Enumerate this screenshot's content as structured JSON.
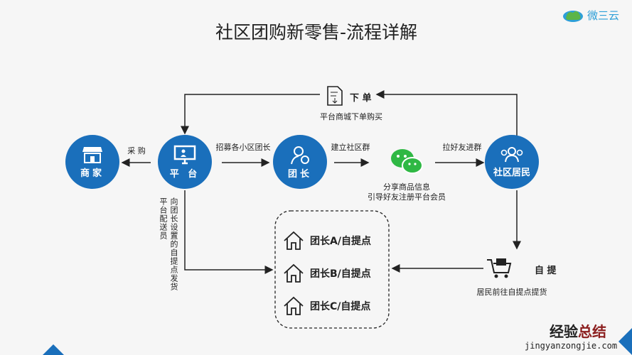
{
  "title": "社区团购新零售-流程详解",
  "logo": "微三云",
  "nodes": {
    "merchant": "商家",
    "platform": "平 台",
    "leader": "团长",
    "resident": "社区居民"
  },
  "top": {
    "label": "下 单",
    "sub": "平台商城下单购买"
  },
  "edges": {
    "purchase": "采 购",
    "recruit": "招募各小区团长",
    "build_group": "建立社区群",
    "invite": "拉好友进群"
  },
  "wechat": {
    "line1": "分享商品信息",
    "line2": "引导好友注册平台会员"
  },
  "delivery": {
    "col1": "平台配送员",
    "col2": "向团长设置的自提点发货"
  },
  "pickup_points": [
    "团长A/自提点",
    "团长B/自提点",
    "团长C/自提点"
  ],
  "pickup": {
    "label": "自 提",
    "sub": "居民前往自提点提货"
  },
  "watermark": {
    "cn_a": "经验",
    "cn_b": "总结",
    "url": "jingyanzongjie.com"
  },
  "colors": {
    "blue": "#1a6fbb",
    "green": "#2fb844"
  }
}
